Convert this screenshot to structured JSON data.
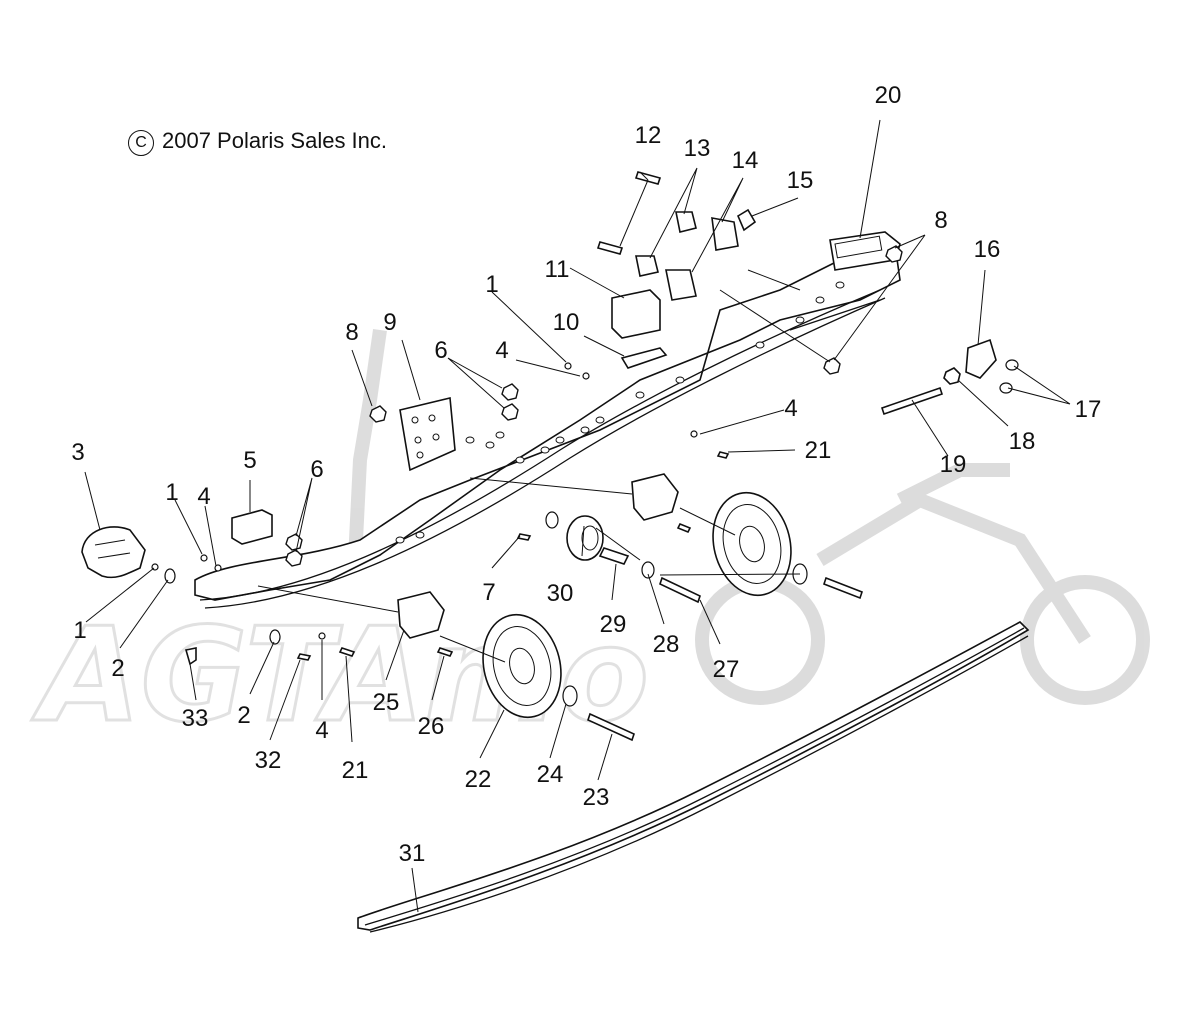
{
  "copyright": {
    "symbol": "C",
    "text": "2007 Polaris Sales Inc."
  },
  "watermark": {
    "text": "AGTAmo"
  },
  "callouts": [
    "20",
    "12",
    "13",
    "14",
    "15",
    "8",
    "16",
    "11",
    "1",
    "10",
    "9",
    "8",
    "6",
    "4",
    "4",
    "21",
    "17",
    "18",
    "19",
    "3",
    "5",
    "6",
    "1",
    "4",
    "7",
    "30",
    "29",
    "28",
    "27",
    "1",
    "2",
    "33",
    "2",
    "4",
    "32",
    "21",
    "25",
    "26",
    "22",
    "24",
    "23",
    "31"
  ]
}
